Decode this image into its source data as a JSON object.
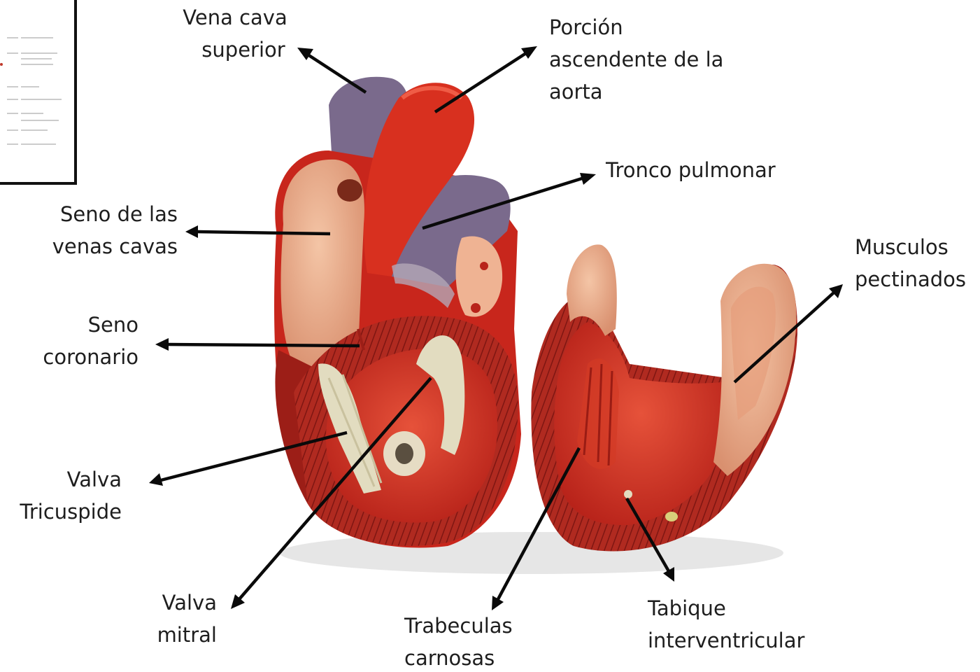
{
  "labels": {
    "vena_cava_superior": [
      "Vena cava",
      "superior"
    ],
    "porcion_ascendente": [
      "Porción",
      "ascendente de la",
      "aorta"
    ],
    "tronco_pulmonar": [
      "Tronco pulmonar"
    ],
    "seno_venas_cavas": [
      "Seno de las",
      "venas cavas"
    ],
    "musculos_pectinados": [
      "Musculos",
      "pectinados"
    ],
    "seno_coronario": [
      "Seno",
      "coronario"
    ],
    "valva_tricuspide": [
      "Valva",
      "Tricuspide"
    ],
    "valva_mitral": [
      "Valva",
      "mitral"
    ],
    "trabeculas_carnosas": [
      "Trabeculas",
      "carnosas"
    ],
    "tabique_interventricular": [
      "Tabique",
      "interventricular"
    ]
  },
  "colors": {
    "text": "#1e1e1e",
    "arrow": "#0a0a0a",
    "purple_vessel": "#7a6a8c",
    "red_muscle": "#c8261c",
    "dark_red": "#8e1c16",
    "flesh": "#e9a98a",
    "cream_valve": "#e2dcc0"
  }
}
